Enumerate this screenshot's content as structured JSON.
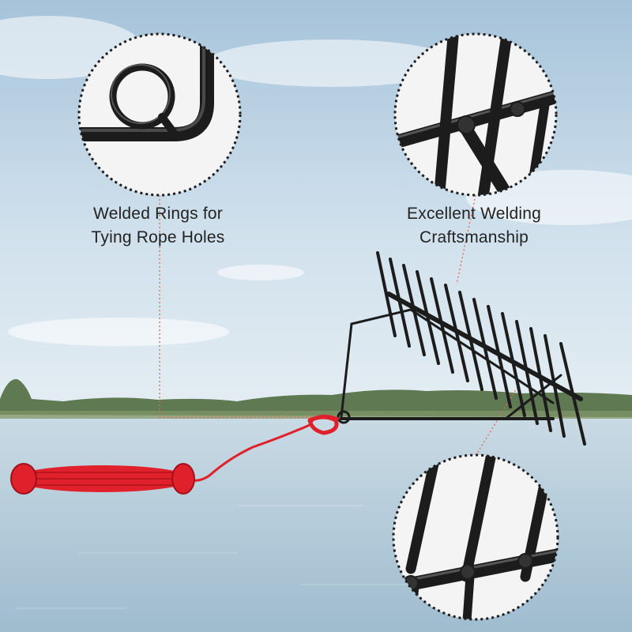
{
  "callouts": {
    "rings": {
      "line1": "Welded Rings for",
      "line2": "Tying Rope Holes"
    },
    "welding": {
      "line1": "Excellent Welding",
      "line2": "Craftsmanship"
    }
  },
  "icons": [
    "weld-ring-detail",
    "weld-joint-detail",
    "tine-weld-detail",
    "rope-coil",
    "lake-rake"
  ],
  "colors": {
    "sky_top": "#aac6dc",
    "sky_bottom": "#dde9f1",
    "water": "#b9cfdc",
    "treeline": "#5f7a52",
    "metal": "#1c1c1c",
    "rope": "#e0202a",
    "leader_line": "#e06a4a",
    "text": "#222222"
  }
}
